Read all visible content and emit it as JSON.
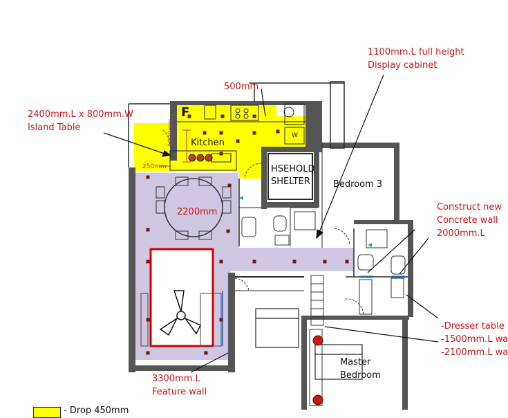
{
  "labels": {
    "kitchen": "Kitchen",
    "fridge": "F",
    "hsehold_line1": "HSEHOLD",
    "hsehold_line2": "SHELTER",
    "bedroom3": "Bedroom 3",
    "master_line1": "Master",
    "master_line2": "Bedroom",
    "dining_circle": "2200mm",
    "dim_1000": "1000mm",
    "dim_250": "250mm",
    "washer": "W"
  },
  "annotations": {
    "display_line1": "1100mm.L full height",
    "display_line2": "Display cabinet",
    "kitchen_500": "500mm",
    "island_line1": "2400mm.L x 800mm.W",
    "island_line2": "Island Table",
    "concrete_line1": "Construct new",
    "concrete_line2": "Concrete wall",
    "concrete_line3": "2000mm.L",
    "dresser_line1": "-Dresser table",
    "dresser_line2": "-1500mm.L wa",
    "dresser_line3": "-2100mm.L wa",
    "feature_line1": "3300mm.L",
    "feature_line2": "Feature wall"
  },
  "legend": {
    "text": "- Drop 450mm",
    "swatch_color": "#ffff00"
  },
  "colors": {
    "drop_ceiling": "#ffff00",
    "corridor_zone": "#cfc6e2",
    "annotation_red": "#d21414",
    "feature_wall": "#d40000",
    "wall": "#2a2a2a",
    "downlight": "#6b1a1a",
    "window_blue": "#1f6fb0"
  }
}
